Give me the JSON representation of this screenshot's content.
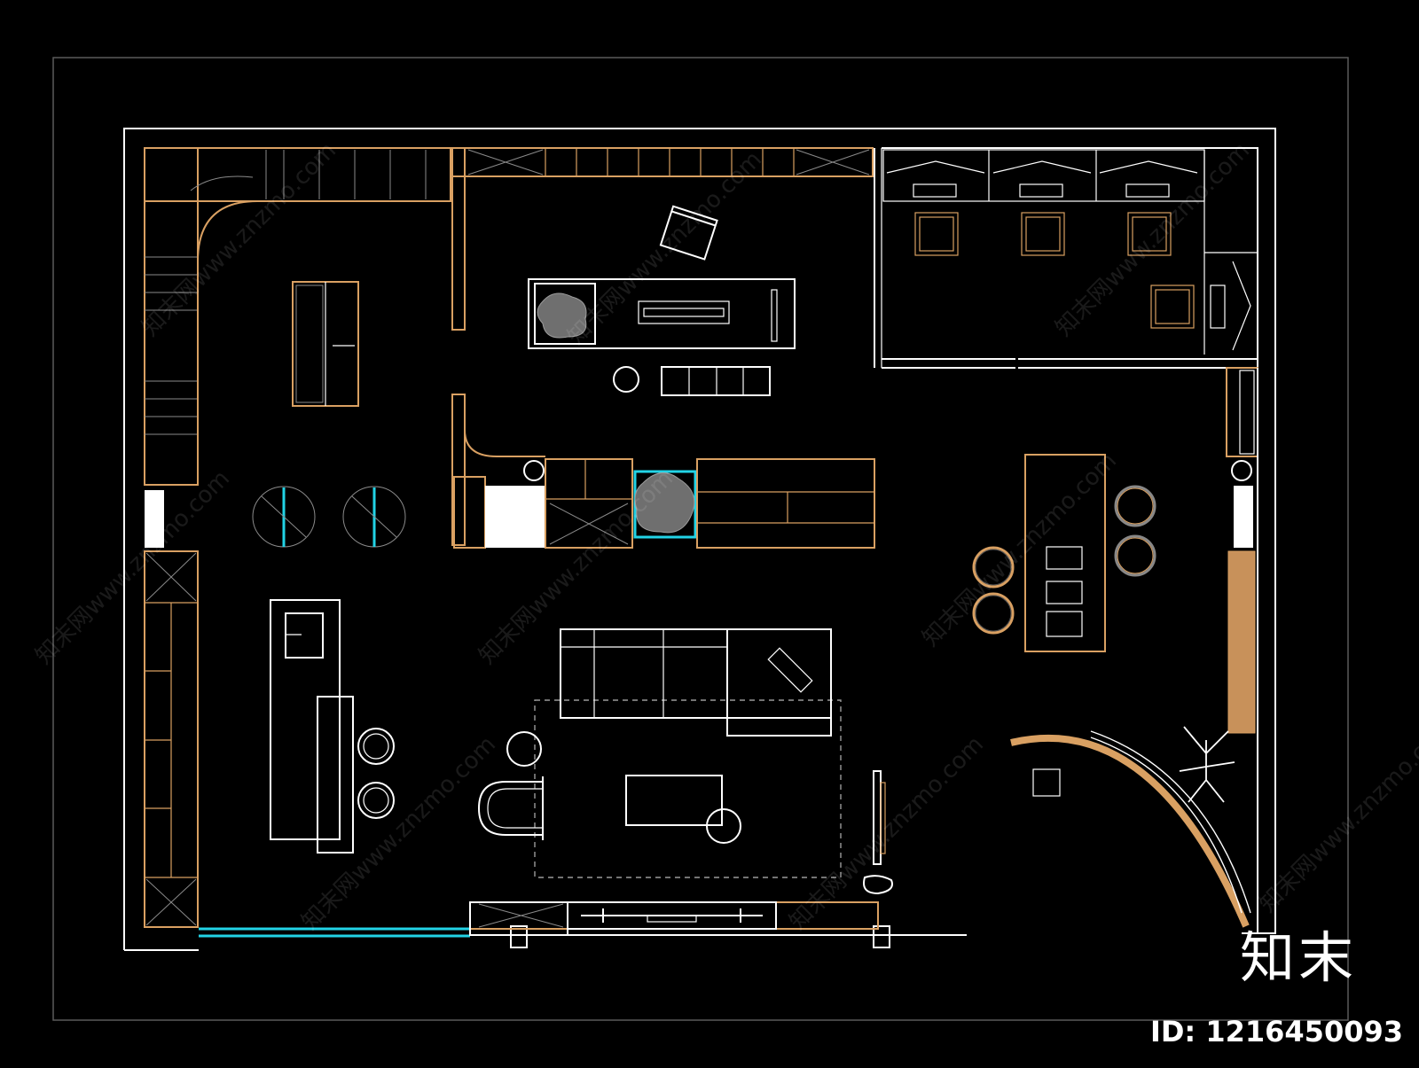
{
  "brand": {
    "name": "知末",
    "id_text": "ID: 1216450093"
  },
  "watermarks": [
    "znzmo.com",
    "知末网www.znzmo.com"
  ],
  "colors": {
    "background": "#000000",
    "wall": "#ffffff",
    "cabinet": "#d9a062",
    "glass": "#22d3e6",
    "planting": "#6f6f6f"
  }
}
